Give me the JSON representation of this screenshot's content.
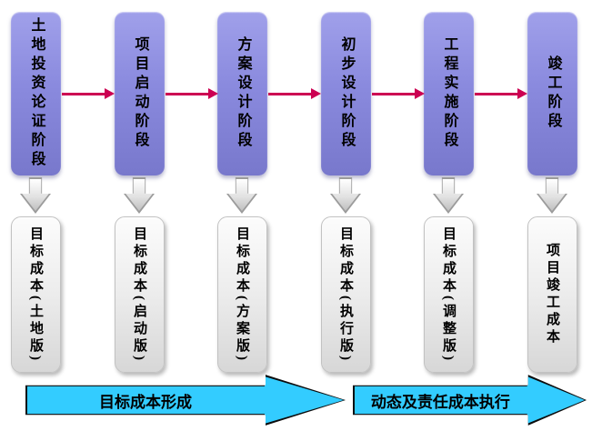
{
  "stages": [
    {
      "phase": "土地投资论证阶段",
      "cost": "目标成本(土地版)"
    },
    {
      "phase": "项目启动阶段",
      "cost": "目标成本(启动版)"
    },
    {
      "phase": "方案设计阶段",
      "cost": "目标成本(方案版)"
    },
    {
      "phase": "初步设计阶段",
      "cost": "目标成本(执行版)"
    },
    {
      "phase": "工程实施阶段",
      "cost": "目标成本(调整版)"
    },
    {
      "phase": "竣工阶段",
      "cost": "项目竣工成本"
    }
  ],
  "bottom_arrows": {
    "formation": "目标成本形成",
    "execution": "动态及责任成本执行"
  },
  "colors": {
    "stage_top": "#a0a0ea",
    "stage_bottom": "#7878cc",
    "flow_arrow": "#cc0052",
    "cyan_fill": "#33ccff",
    "cyan_border": "#0d0d0d",
    "down_arrow_border": "#9b9b9b"
  }
}
